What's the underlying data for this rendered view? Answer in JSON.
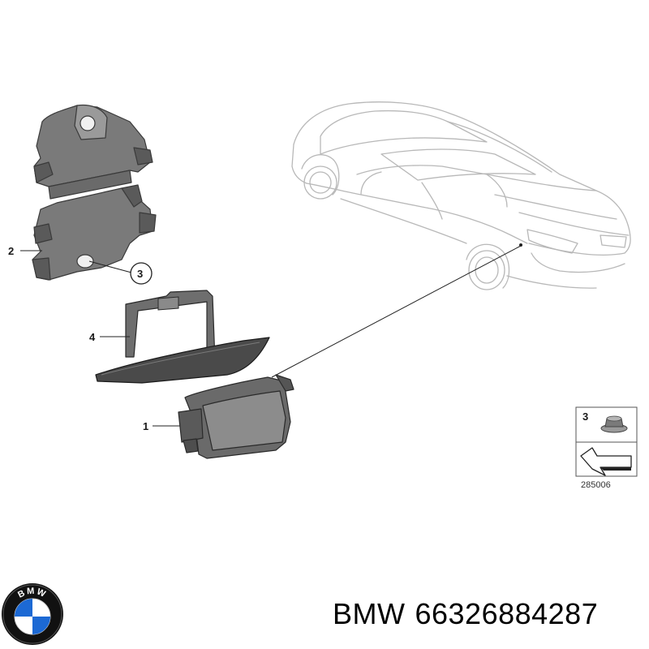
{
  "diagram": {
    "callouts": [
      {
        "id": "part-1",
        "label": "1"
      },
      {
        "id": "part-2",
        "label": "2"
      },
      {
        "id": "part-3",
        "label": "3"
      },
      {
        "id": "part-4",
        "label": "4"
      }
    ],
    "legend": {
      "part_label": "3",
      "reference_number": "285006"
    }
  },
  "branding": {
    "logo_letters": "BMW",
    "brand_name": "BMW",
    "part_number": "66326884287",
    "logo_colors": {
      "blue": "#1c69d4",
      "white": "#ffffff",
      "ring": "#111111"
    }
  }
}
